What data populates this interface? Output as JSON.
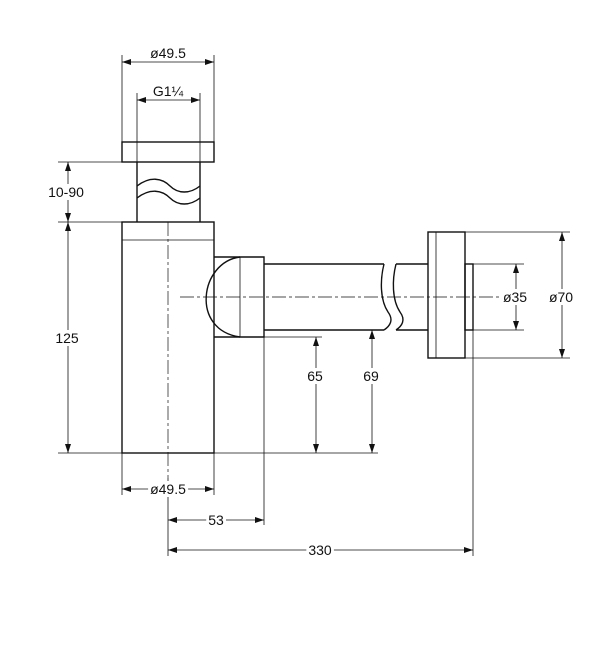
{
  "dimensions": {
    "top_diameter": "ø49.5",
    "thread": "G1¼",
    "adjust_range": "10-90",
    "body_height": "125",
    "body_diameter": "ø49.5",
    "outlet_offset": "53",
    "height_65": "65",
    "height_69": "69",
    "total_length": "330",
    "pipe_diameter": "ø35",
    "flange_diameter": "ø70"
  }
}
